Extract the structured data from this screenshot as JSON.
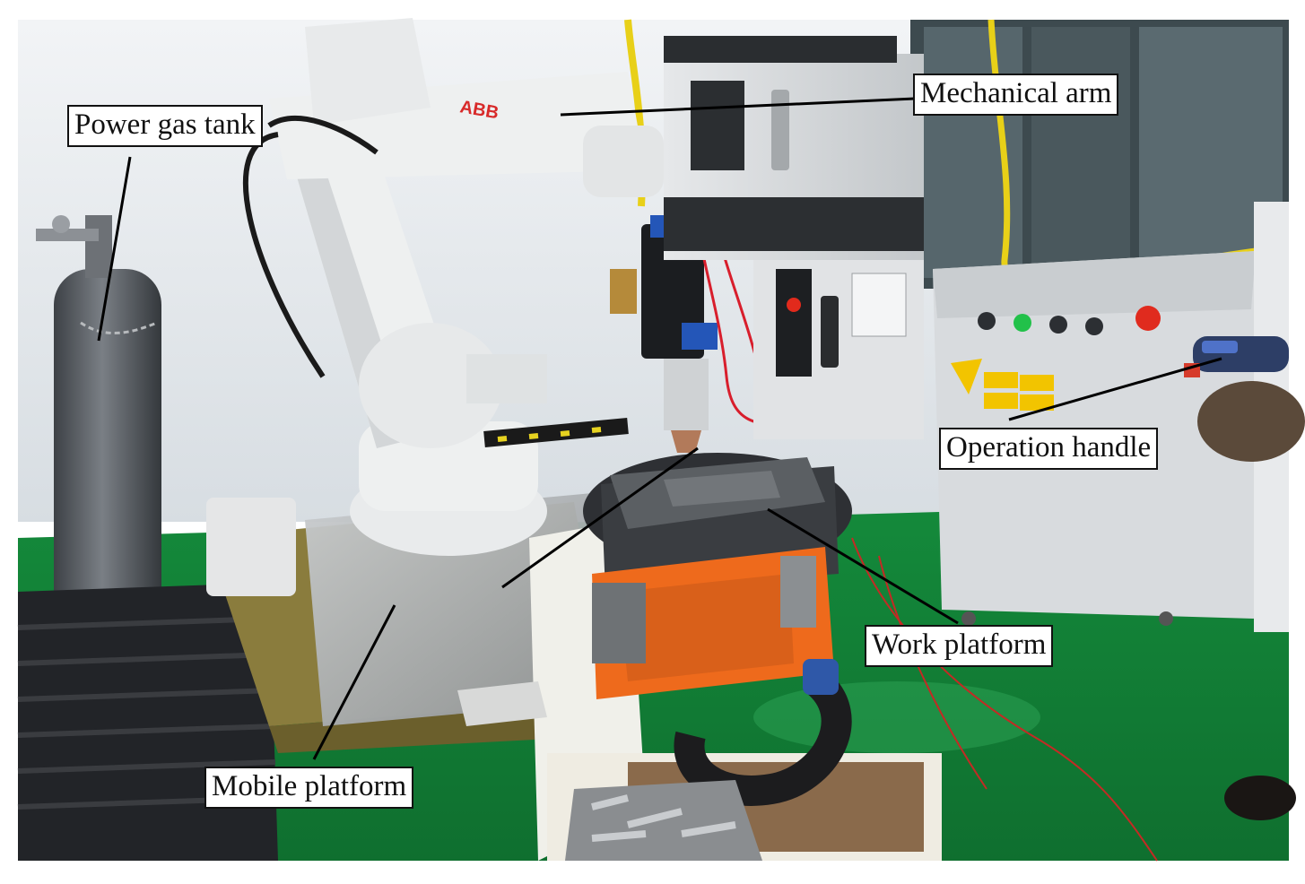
{
  "labels": {
    "power_gas_tank": "Power gas tank",
    "mechanical_arm": "Mechanical arm",
    "operation_handle": "Operation handle",
    "work_platform": "Work platform",
    "mobile_platform": "Mobile platform"
  },
  "colors": {
    "wall": "#e9edf0",
    "floor": "#1e8a3e",
    "robot_white": "#eef0f0",
    "orange": "#ee6a1c",
    "gas_tank": "#5a5e63",
    "laser_cabinet": "#d9dcdf",
    "warning_yellow": "#f2c400",
    "cable_yellow": "#ecd21c",
    "cable_red": "#d81e2c"
  }
}
